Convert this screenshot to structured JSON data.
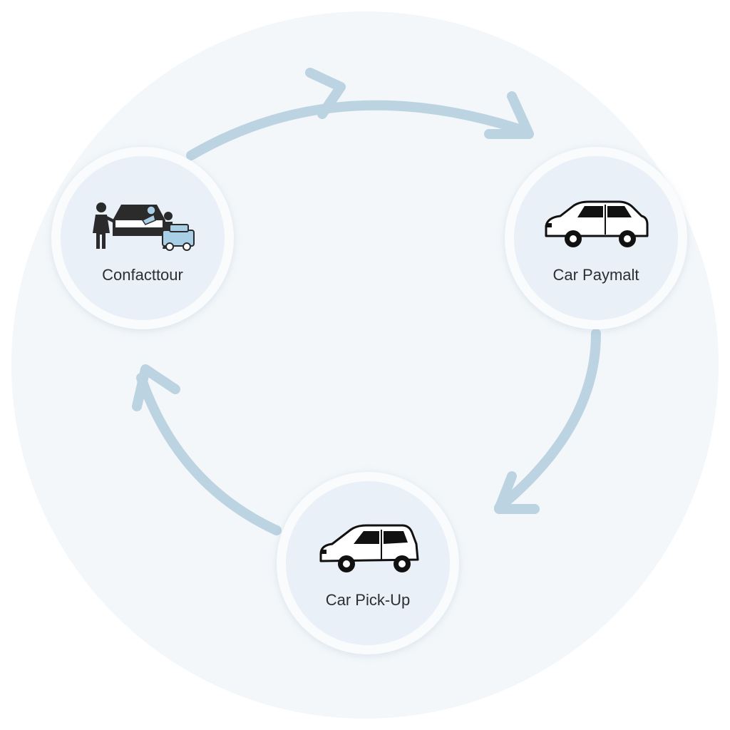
{
  "colors": {
    "background_disc": "#f3f7fa",
    "arrow": "#bcd3e2",
    "node_fill": "#e9f0f7",
    "icon": "#2b2b2b",
    "accent": "#a9cfe6"
  },
  "nodes": [
    {
      "label": "Confacttour",
      "icon": "dealer-service-icon"
    },
    {
      "label": "Car Paymalt",
      "icon": "sedan-car-icon"
    },
    {
      "label": "Car Pick-Up",
      "icon": "hatchback-car-icon"
    }
  ],
  "arrows": [
    {
      "from": "Confacttour",
      "to": "Car Paymalt"
    },
    {
      "from": "Car Paymalt",
      "to": "Car Pick-Up"
    },
    {
      "from": "Car Pick-Up",
      "to": "Confacttour"
    }
  ]
}
